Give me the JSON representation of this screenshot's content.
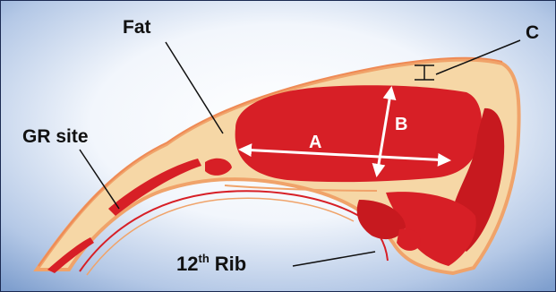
{
  "labels": {
    "fat": "Fat",
    "c": "C",
    "gr_site": "GR site",
    "a": "A",
    "b": "B",
    "rib_number": "12",
    "rib_suffix": "th",
    "rib_word": "Rib"
  },
  "colors": {
    "background_center": "#ffffff",
    "background_edge": "#7f9fce",
    "fat": "#f6d7a6",
    "fat_outline": "#f0a36a",
    "meat": "#d71f26",
    "meat_dark": "#c7191f",
    "arrow": "#ffffff",
    "leader_line": "#111111",
    "frame": "#1b2a52"
  }
}
